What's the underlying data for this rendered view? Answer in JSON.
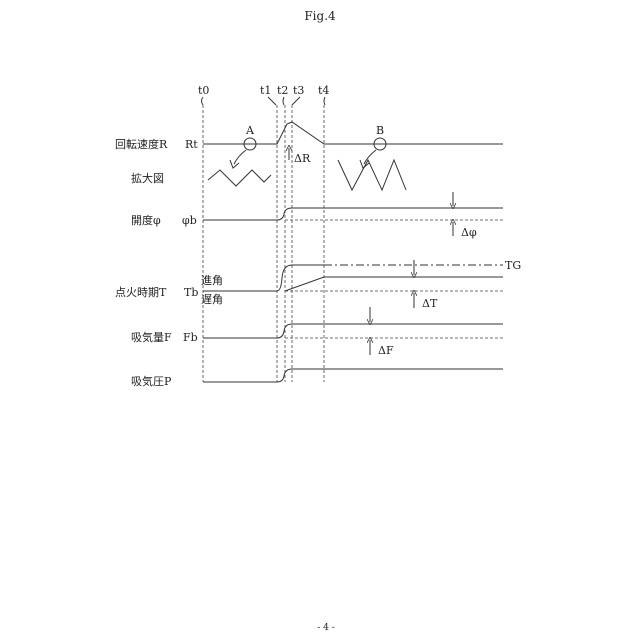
{
  "figure": {
    "title": "Fig.4",
    "page_number": "- 4 -"
  },
  "time_markers": [
    "t0",
    "t1",
    "t2",
    "t3",
    "t4"
  ],
  "signals": {
    "rotation_speed": {
      "label": "回転速度R",
      "symbol": "Rt"
    },
    "magnified": {
      "label": "拡大図"
    },
    "opening": {
      "label": "開度φ",
      "symbol": "φb"
    },
    "ignition_timing": {
      "label": "点火時期T",
      "symbol": "Tb",
      "advance": "進角",
      "retard": "遅角"
    },
    "intake_amount": {
      "label": "吸気量F",
      "symbol": "Fb"
    },
    "intake_pressure": {
      "label": "吸気圧P"
    }
  },
  "annotations": {
    "point_a": "A",
    "point_b": "B",
    "delta_r": "ΔR",
    "delta_phi": "Δφ",
    "delta_t": "ΔT",
    "delta_f": "ΔF",
    "target": "TG"
  }
}
